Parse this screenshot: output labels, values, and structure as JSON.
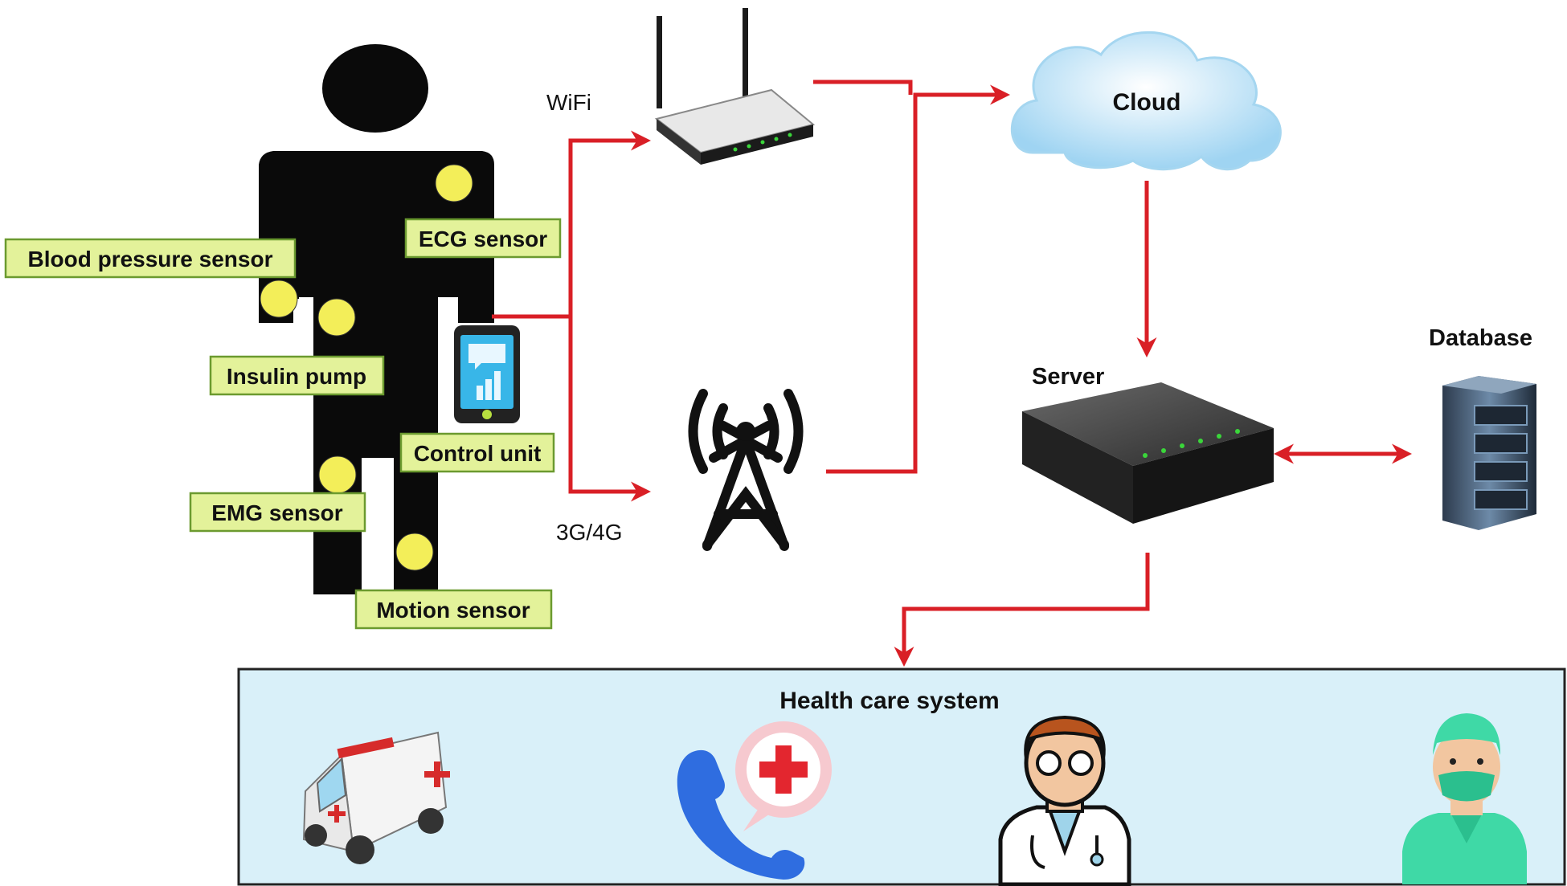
{
  "sensors": {
    "ecg": "ECG sensor",
    "blood_pressure": "Blood pressure sensor",
    "insulin_pump": "Insulin pump",
    "control_unit": "Control unit",
    "emg": "EMG sensor",
    "motion": "Motion sensor"
  },
  "network": {
    "wifi": "WiFi",
    "cellular": "3G/4G",
    "cloud": "Cloud",
    "server": "Server",
    "database": "Database"
  },
  "health_care": {
    "title": "Health care system",
    "icons": [
      "ambulance-icon",
      "emergency-call-icon",
      "doctor-icon",
      "nurse-icon"
    ]
  },
  "colors": {
    "arrow": "#d91f26",
    "sensor_fill": "#e3f29a",
    "sensor_dot": "#f3ee59",
    "panel_fill": "#d9f0f9",
    "body": "#0a0a0a"
  }
}
